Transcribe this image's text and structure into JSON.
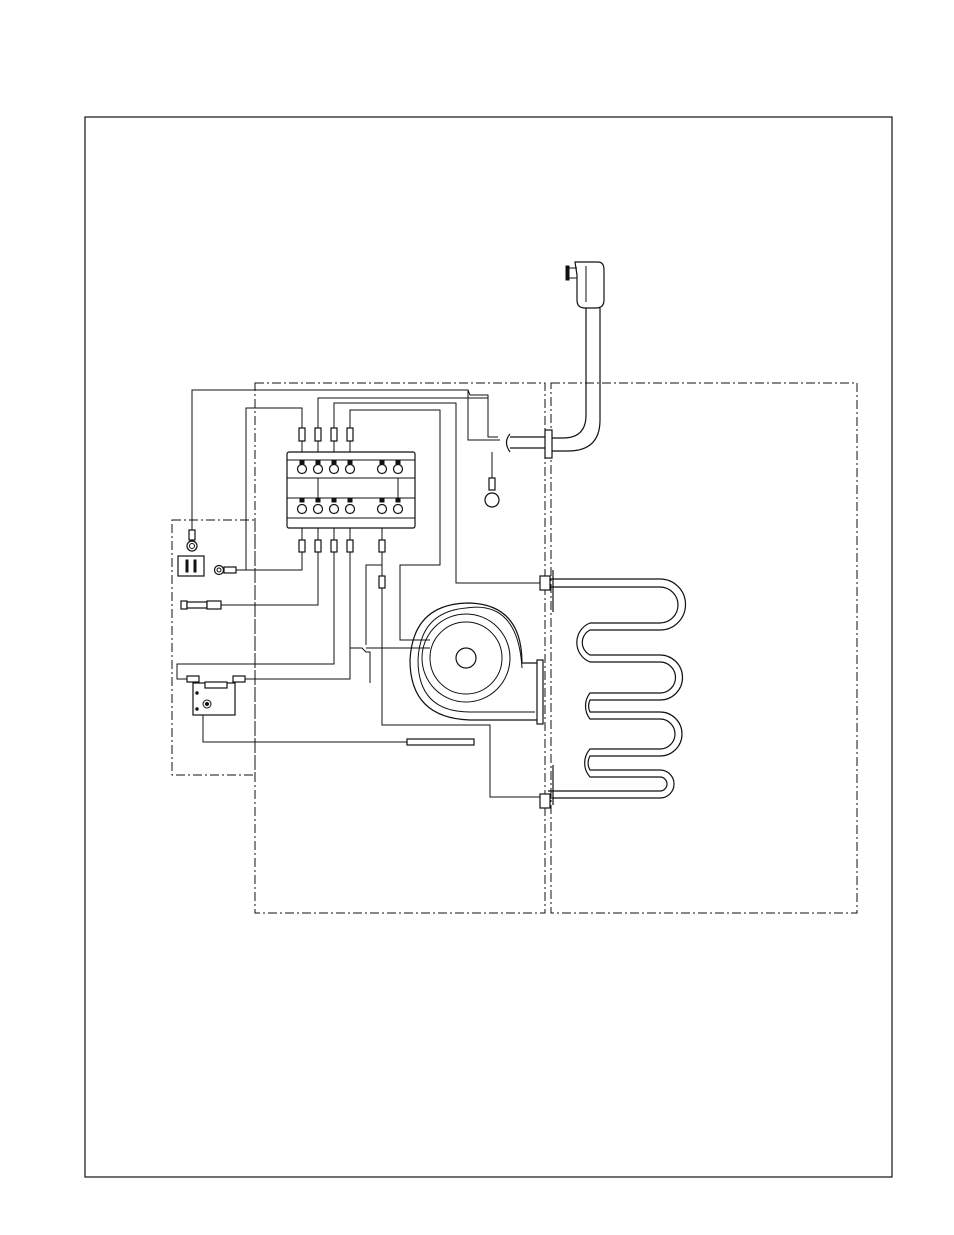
{
  "page": {
    "background": "#ffffff",
    "line_color": "#111111"
  },
  "diagram": {
    "components": [
      {
        "id": "power-cord-plug",
        "icon": "plug-icon"
      },
      {
        "id": "terminal-block",
        "icon": "terminal-block-icon"
      },
      {
        "id": "ground-terminal",
        "icon": "ground-ring-icon"
      },
      {
        "id": "control-panel",
        "icon": "control-panel-icon"
      },
      {
        "id": "indicator-light",
        "icon": "indicator-light-icon"
      },
      {
        "id": "rocker-switch",
        "icon": "switch-icon"
      },
      {
        "id": "temperature-sensor",
        "icon": "sensor-probe-icon"
      },
      {
        "id": "thermostat",
        "icon": "thermostat-icon"
      },
      {
        "id": "thermostat-bulb",
        "icon": "capillary-bulb-icon"
      },
      {
        "id": "blower-fan",
        "icon": "fan-icon"
      },
      {
        "id": "heating-element",
        "icon": "heating-element-icon"
      }
    ],
    "text_labels": []
  }
}
